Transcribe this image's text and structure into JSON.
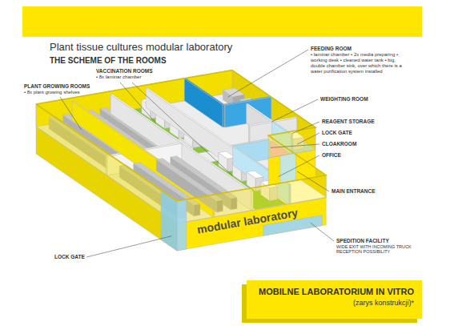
{
  "diagram": {
    "title": "Plant tissue cultures modular laboratory",
    "nodes": [
      {
        "text": [
          "MOBILNE LABORATORIUM IN VITRO",
          "(zarys konstrukcji)*"
        ]
      }
    ],
    "labels": [
      "THE SCHEME OF THE ROOMS",
      "FEEDING ROOM",
      "• laminar chamber • 2x media preparing • working desk • cleaned water tank • big, double chamber sink, over which there is a water purification system installed",
      "WEIGHTING ROOM",
      "REAGENT STORAGE",
      "LOCK GATE",
      "CLOAKROOM",
      "OFFICE",
      "VACCINATION ROOMS",
      "• 8x laminar chamber",
      "PLANT GROWING ROOMS",
      "• 8x plant growing shelves",
      "MAIN ENTRANCE",
      "modular laboratory",
      "SPEDITION FACILITY",
      "WIDE EXIT WITH INCOMING TRUCK RECEPTION POSSIBILITY",
      "LOCK GATE"
    ]
  }
}
